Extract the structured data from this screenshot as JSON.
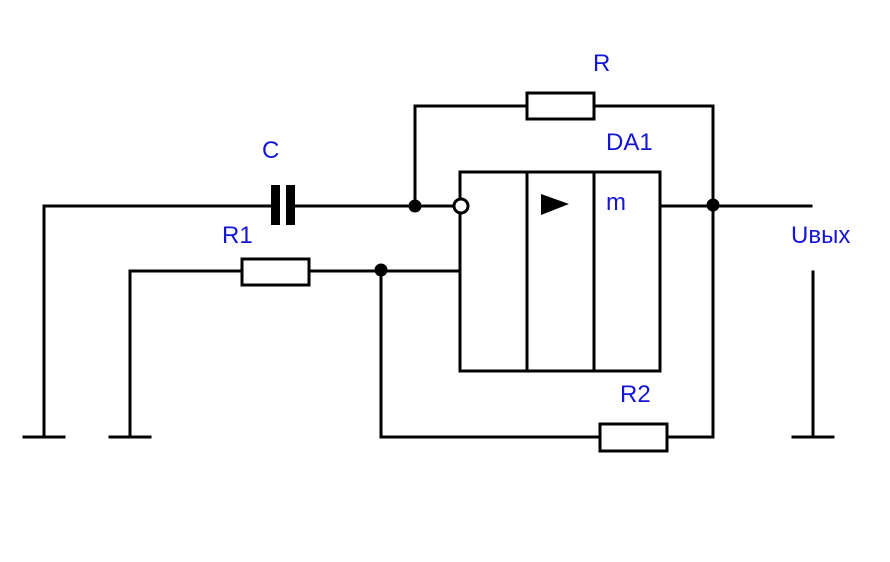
{
  "labels": {
    "r": "R",
    "da1": "DA1",
    "c": "C",
    "m": "m",
    "r1": "R1",
    "uout": "Uвых",
    "r2": "R2"
  },
  "colors": {
    "wire": "#000000",
    "label": "#1515d6"
  }
}
